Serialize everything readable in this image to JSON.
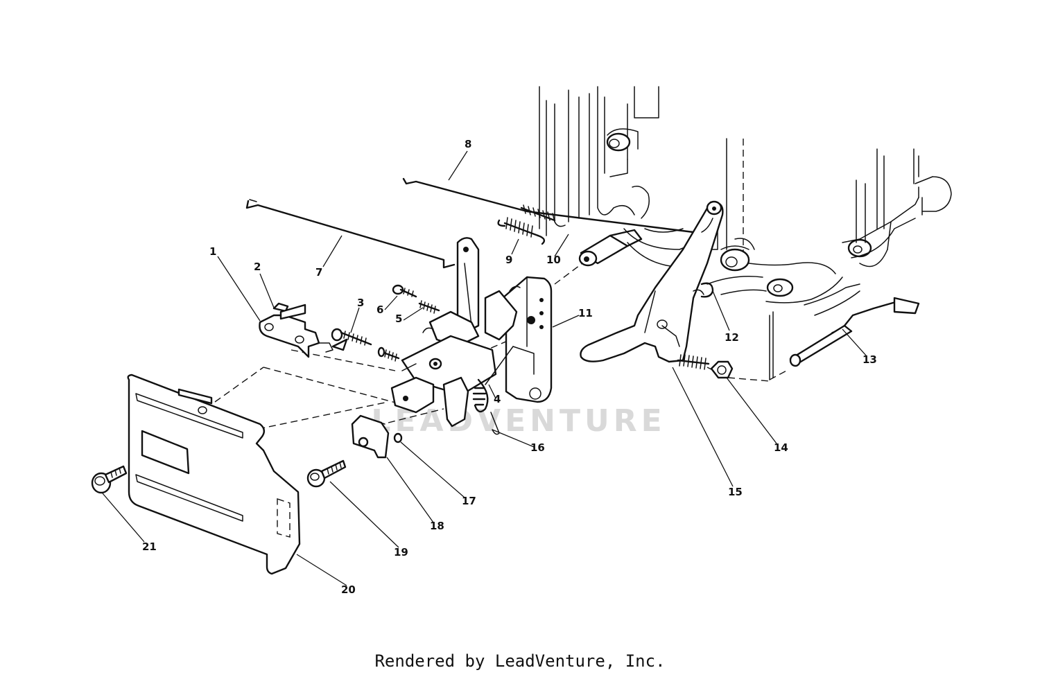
{
  "watermark": "LEADVENTURE",
  "credit": "Rendered by LeadVenture, Inc.",
  "callouts": {
    "c1": "1",
    "c2": "2",
    "c3": "3",
    "c4": "4",
    "c5": "5",
    "c6": "6",
    "c7": "7",
    "c8": "8",
    "c9": "9",
    "c10": "10",
    "c11": "11",
    "c12": "12",
    "c13": "13",
    "c14": "14",
    "c15": "15",
    "c16": "16",
    "c17": "17",
    "c18": "18",
    "c19": "19",
    "c20": "20",
    "c21": "21"
  }
}
